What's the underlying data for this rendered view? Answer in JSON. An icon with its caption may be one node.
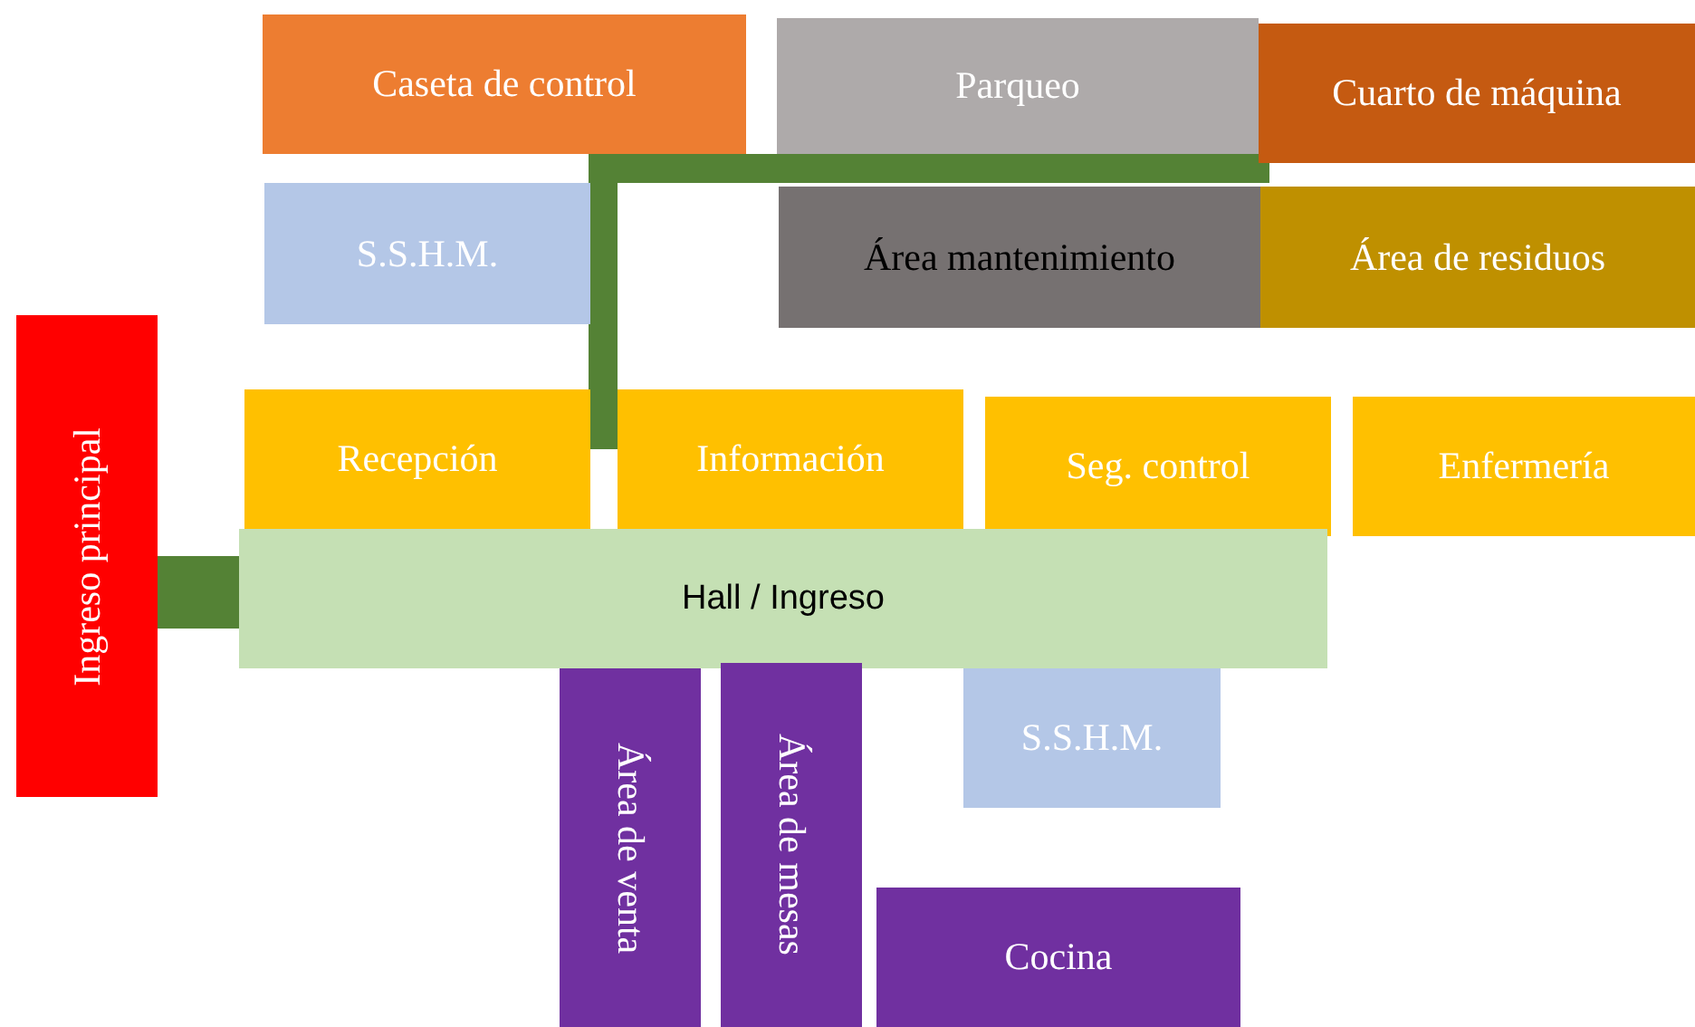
{
  "diagram": {
    "nodes": [
      {
        "text": [
          "Caseta de control"
        ]
      },
      {
        "text": [
          "Parqueo"
        ]
      },
      {
        "text": [
          "Cuarto de máquina"
        ]
      },
      {
        "text": [
          "S.S.H.M."
        ]
      },
      {
        "text": [
          "Área mantenimiento"
        ]
      },
      {
        "text": [
          "Área de residuos"
        ]
      },
      {
        "text": [
          "Ingreso principal"
        ]
      },
      {
        "text": [
          "Recepción"
        ]
      },
      {
        "text": [
          "Información"
        ]
      },
      {
        "text": [
          "Seg. control"
        ]
      },
      {
        "text": [
          "Enfermería"
        ]
      },
      {
        "text": [
          "Hall / Ingreso"
        ]
      },
      {
        "text": [
          "Área de venta"
        ]
      },
      {
        "text": [
          "Área de mesas"
        ]
      },
      {
        "text": [
          "S.S.H.M."
        ]
      },
      {
        "text": [
          "Cocina"
        ]
      }
    ],
    "edges": [
      {
        "from": 6,
        "to": 11,
        "arrow": "none",
        "style": "thick"
      },
      {
        "from": 8,
        "to": 1,
        "arrow": "none"
      }
    ]
  }
}
